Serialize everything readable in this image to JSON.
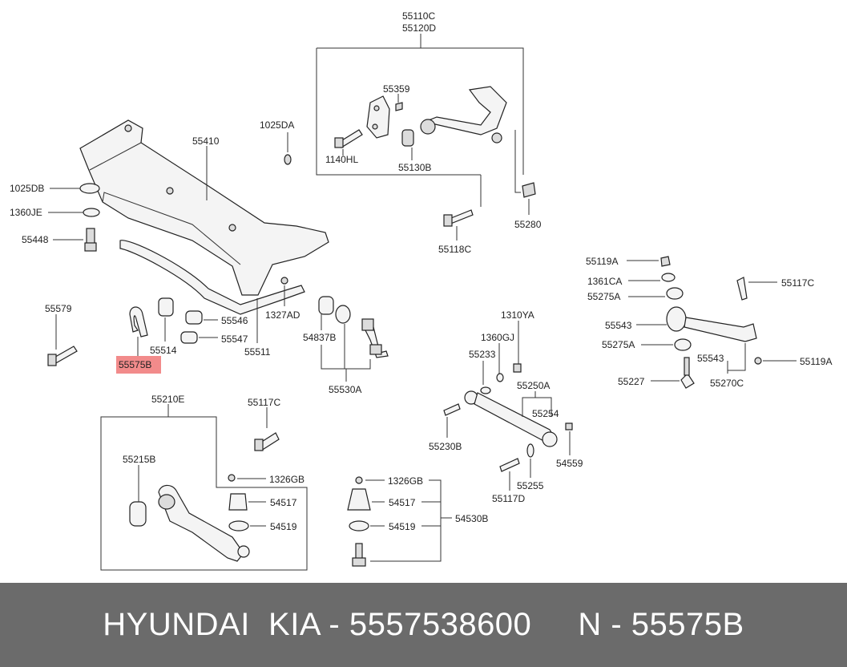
{
  "colors": {
    "highlight": "#f28b8b",
    "footer_bg": "#6b6b6b",
    "footer_text": "#ffffff"
  },
  "labels": {
    "p55110C": "55110C",
    "p55120D": "55120D",
    "p55359": "55359",
    "p1140HL": "1140HL",
    "p55130B": "55130B",
    "p55280": "55280",
    "p55118C": "55118C",
    "p1025DA": "1025DA",
    "p55410": "55410",
    "p1025DB": "1025DB",
    "p1360JE": "1360JE",
    "p55448": "55448",
    "p55579": "55579",
    "p55575B": "55575B",
    "p55514": "55514",
    "p55546": "55546",
    "p55547": "55547",
    "p55511": "55511",
    "p1327AD": "1327AD",
    "p54837B": "54837B",
    "p55530A": "55530A",
    "p55119A_top": "55119A",
    "p1361CA": "1361CA",
    "p55275A_top": "55275A",
    "p55117C_right": "55117C",
    "p55543_top": "55543",
    "p55275A_bot": "55275A",
    "p55543_bot": "55543",
    "p55119A_right": "55119A",
    "p55227": "55227",
    "p55270C": "55270C",
    "p1310YA": "1310YA",
    "p1360GJ": "1360GJ",
    "p55233": "55233",
    "p55250A": "55250A",
    "p55254": "55254",
    "p55230B": "55230B",
    "p54559": "54559",
    "p55255": "55255",
    "p55117D": "55117D",
    "p55210E": "55210E",
    "p55117C_mid": "55117C",
    "p55215B": "55215B",
    "p1326GB_a": "1326GB",
    "p54517_a": "54517",
    "p54519_a": "54519",
    "p1326GB_b": "1326GB",
    "p54517_b": "54517",
    "p54519_b": "54519",
    "p54530B": "54530B"
  },
  "footer": {
    "text": "HYUNDAI  KIA - 5557538600     N - 55575B"
  }
}
